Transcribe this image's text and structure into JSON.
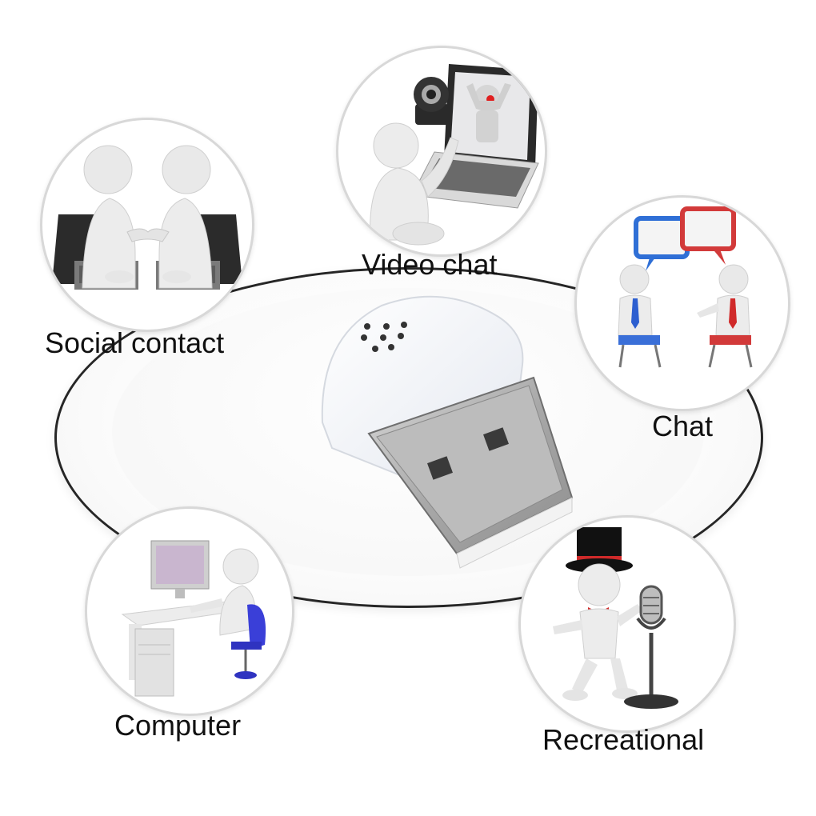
{
  "labels": {
    "social_contact": "Social contact",
    "video_chat": "Video chat",
    "chat": "Chat",
    "computer": "Computer",
    "recreational": "Recreational"
  },
  "colors": {
    "ring_stroke": "#262626",
    "chat_bubble_blue": "#2f6fd6",
    "chat_bubble_red": "#d23a3a",
    "tie_blue": "#2d5fd0",
    "tie_red": "#d02a2a",
    "chair_blue": "#3a3fd8",
    "webcam_red": "#e02020"
  }
}
